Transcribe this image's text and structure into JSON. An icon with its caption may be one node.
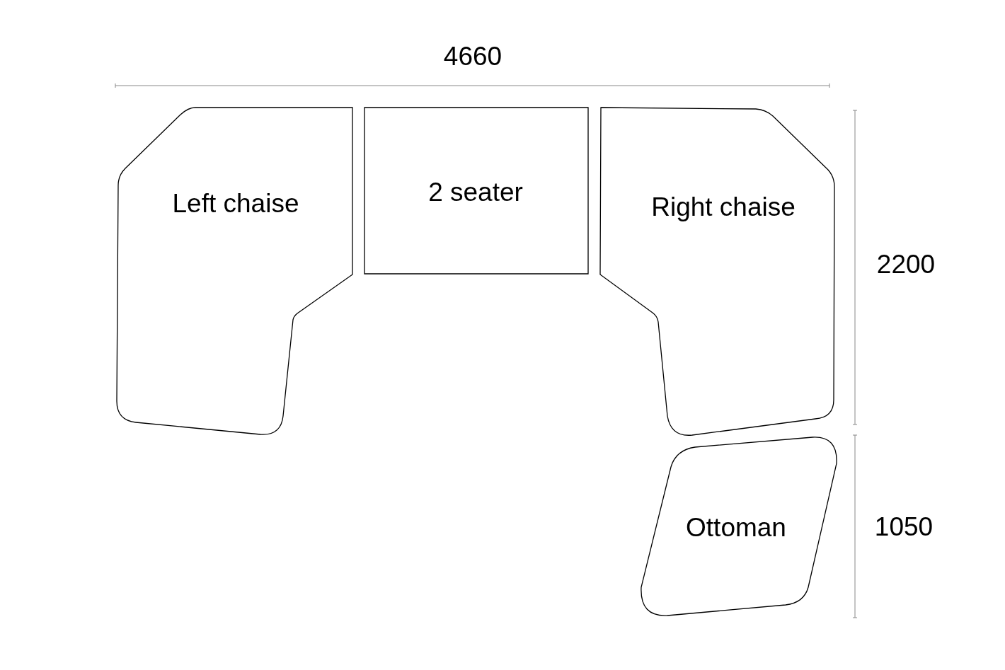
{
  "diagram": {
    "nodes": [
      {
        "text": [
          "Left chaise"
        ]
      },
      {
        "text": [
          "2 seater"
        ]
      },
      {
        "text": [
          "Right chaise"
        ]
      },
      {
        "text": [
          "Ottoman"
        ]
      }
    ],
    "labels": [
      "4660",
      "2200",
      "1050"
    ]
  }
}
